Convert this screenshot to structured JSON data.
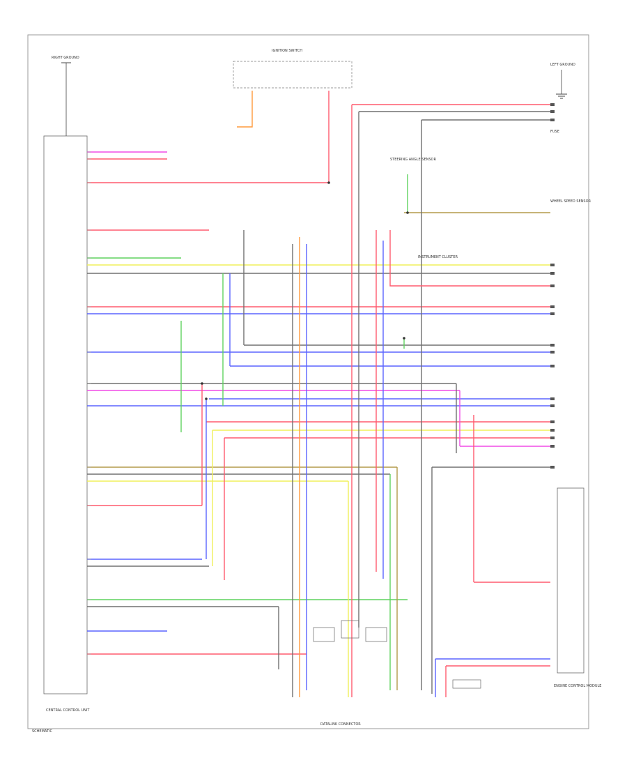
{
  "diagram": {
    "ground_left_label": "RIGHT GROUND",
    "ground_right_label": "LEFT GROUND",
    "ecm_label": "CENTRAL CONTROL UNIT",
    "engine_ecu_label": "ENGINE CONTROL MODULE",
    "harness_label": "DATALINK CONNECTOR",
    "top_switch_label": "IGNITION SWITCH",
    "steering_label": "STEERING ANGLE SENSOR",
    "cluster_label": "INSTRUMENT CLUSTER",
    "wheel_speed_label": "WHEEL SPEED SENSOR",
    "fuse_label": "FUSE",
    "code_label": "SCHEMATIC"
  },
  "colors": {
    "red": "#ff5a6e",
    "blue": "#5a64ff",
    "green": "#5fd25f",
    "yellow": "#f0f05a",
    "magenta": "#f04ce6",
    "orange": "#ff9a3c",
    "olive": "#b39a4a",
    "gray": "#707070",
    "dark": "#333333"
  }
}
